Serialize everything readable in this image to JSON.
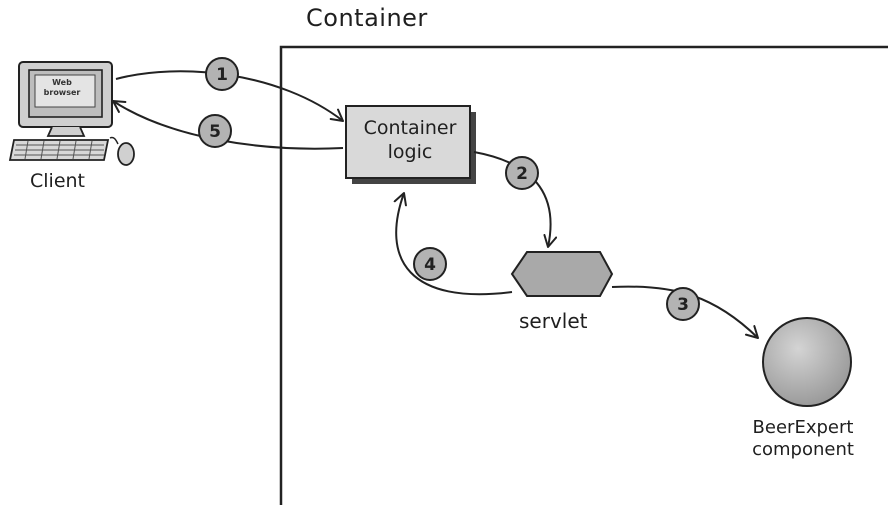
{
  "title": "Container",
  "client": {
    "label": "Client",
    "browser_text_line1": "Web",
    "browser_text_line2": "browser"
  },
  "container_logic": {
    "line1": "Container",
    "line2": "logic"
  },
  "servlet": {
    "label": "servlet"
  },
  "beer_expert": {
    "line1": "BeerExpert",
    "line2": "component"
  },
  "steps": [
    "1",
    "2",
    "3",
    "4",
    "5"
  ],
  "colors": {
    "box_fill": "#d9d9d9",
    "servlet_fill": "#a9a9a9",
    "step_circle_fill": "#b3b3b3",
    "component_fill": "#b5b5b5",
    "stroke": "#222222"
  }
}
